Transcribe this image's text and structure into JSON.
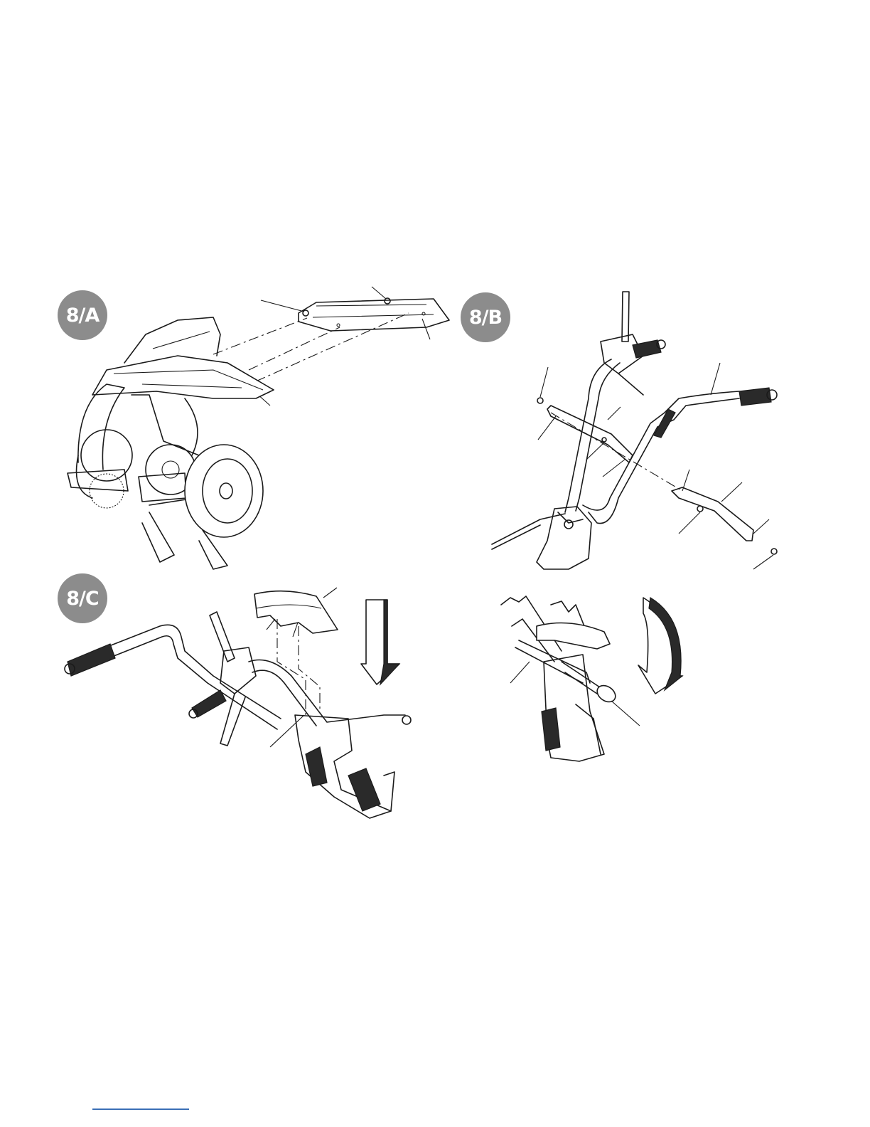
{
  "badges": {
    "a": "8/A",
    "b": "8/B",
    "c": "8/C"
  },
  "colors": {
    "badge_bg": "#8c8c8c",
    "badge_text": "#ffffff",
    "line_art": "#1a1a1a",
    "footer_line": "#3b6fb6"
  }
}
